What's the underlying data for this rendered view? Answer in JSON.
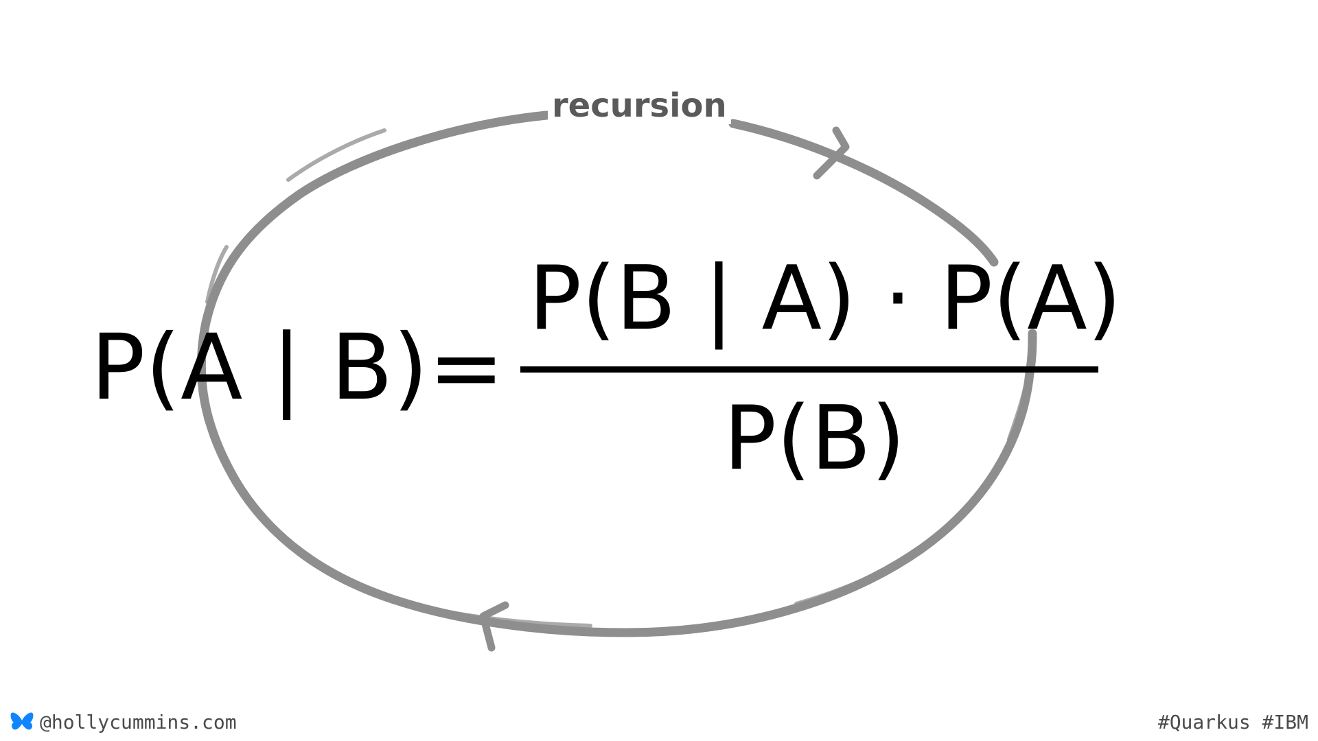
{
  "diagram": {
    "label": "recursion",
    "equation": {
      "lhs": "P(A | B)",
      "equals": "=",
      "numerator": "P(B | A) · P(A)",
      "denominator": "P(B)"
    }
  },
  "footer": {
    "handle": "@hollycummins.com",
    "tags": "#Quarkus #IBM",
    "icon": "butterfly-icon",
    "icon_color": "#1185fe"
  },
  "colors": {
    "loop_stroke": "#8e8e8e",
    "label_text": "#5a5a5a",
    "math_text": "#000000"
  }
}
